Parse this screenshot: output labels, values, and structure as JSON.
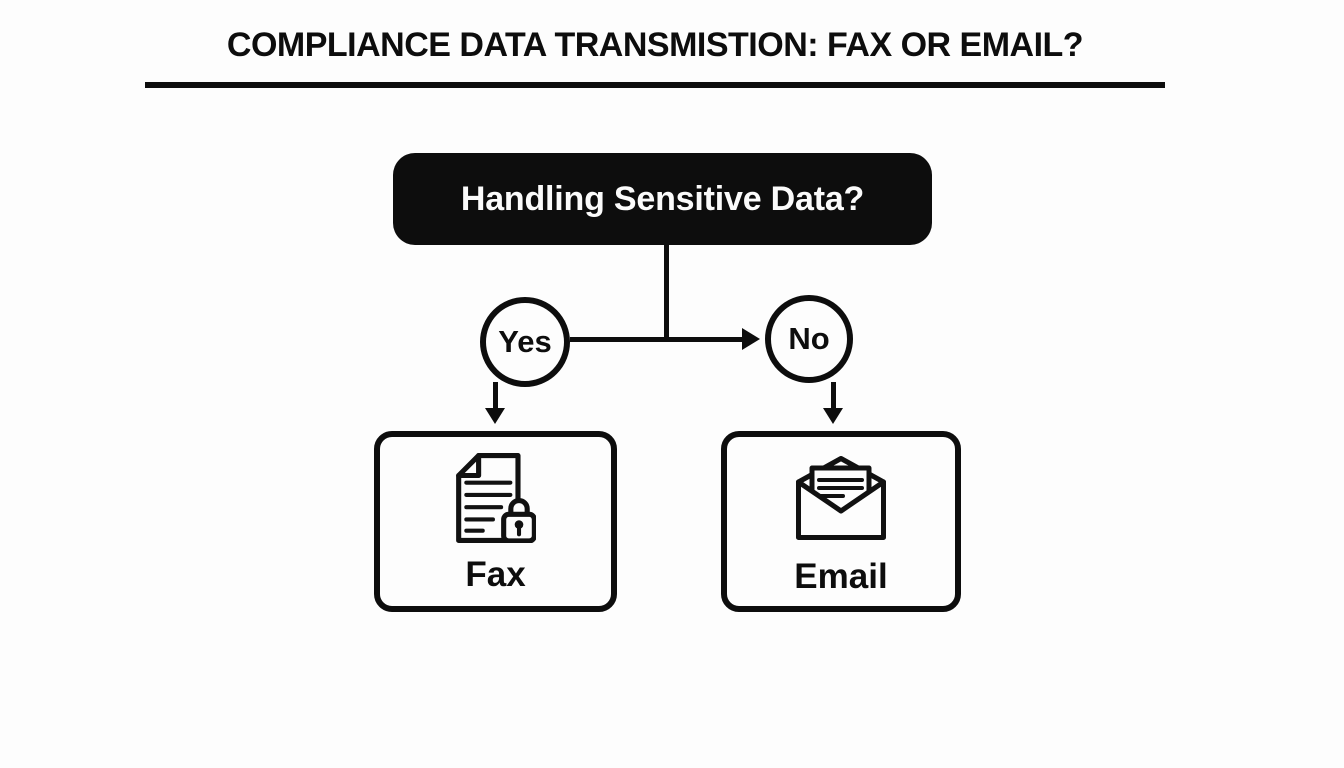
{
  "page": {
    "background_color": "#fdfdfd",
    "ink_color": "#0d0d0d"
  },
  "title": {
    "text": "COMPLIANCE DATA TRANSMISTION: FAX OR EMAIL?"
  },
  "decision": {
    "question": "Handling Sensitive Data?",
    "bg_color": "#0d0d0d",
    "text_color": "#ffffff"
  },
  "branches": {
    "yes": {
      "label": "Yes",
      "result": "Fax",
      "icon": "document-lock-icon"
    },
    "no": {
      "label": "No",
      "result": "Email",
      "icon": "open-envelope-icon"
    }
  }
}
